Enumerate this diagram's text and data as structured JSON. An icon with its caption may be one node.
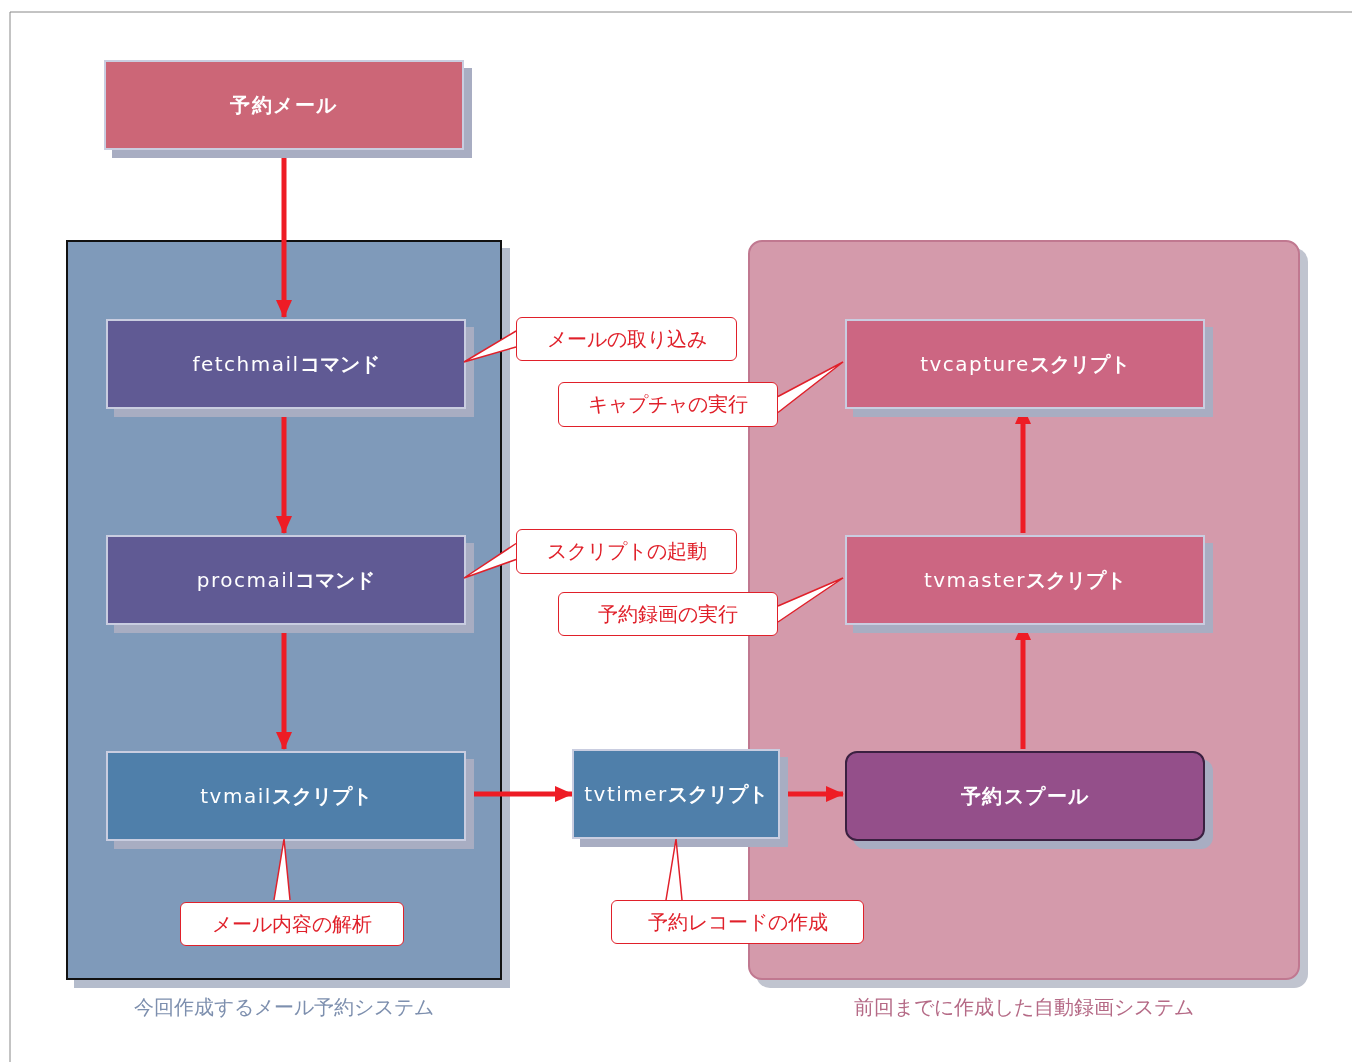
{
  "diagram": {
    "nodes": [
      {
        "text": [
          "予約メール"
        ]
      },
      {
        "text": [
          "今回作成するメール予約システム"
        ]
      },
      {
        "text": [
          "fetchmail**コマンド**"
        ],
        "in": 1
      },
      {
        "text": [
          "procmail**コマンド**"
        ],
        "in": 1
      },
      {
        "text": [
          "tvmail**スクリプト**"
        ],
        "in": 1
      },
      {
        "text": [
          "メール内容の解析"
        ],
        "in": 1
      },
      {
        "text": [
          "メールの取り込み"
        ]
      },
      {
        "text": [
          "スクリプトの起動"
        ]
      },
      {
        "text": [
          "tvtimer**スクリプト**"
        ]
      },
      {
        "text": [
          "予約レコードの作成"
        ]
      },
      {
        "text": [
          "前回までに作成した自動録画システム"
        ]
      },
      {
        "text": [
          "tvcapture**スクリプト**"
        ],
        "in": 10
      },
      {
        "text": [
          "tvmaster**スクリプト**"
        ],
        "in": 10
      },
      {
        "text": [
          "予約スプール"
        ],
        "in": 10
      },
      {
        "text": [
          "キャプチャの実行"
        ]
      },
      {
        "text": [
          "予約録画の実行"
        ]
      }
    ],
    "edges": [
      {
        "from": 0,
        "to": 2,
        "arrow": "to"
      },
      {
        "from": 2,
        "to": 3,
        "arrow": "to"
      },
      {
        "from": 3,
        "to": 4,
        "arrow": "to"
      },
      {
        "from": 4,
        "to": 8,
        "arrow": "to"
      },
      {
        "from": 8,
        "to": 13,
        "arrow": "to"
      },
      {
        "from": 13,
        "to": 12,
        "arrow": "to"
      },
      {
        "from": 12,
        "to": 11,
        "arrow": "to"
      },
      {
        "from": 6,
        "to": 2,
        "arrow": "to"
      },
      {
        "from": 7,
        "to": 3,
        "arrow": "to"
      },
      {
        "from": 5,
        "to": 4,
        "arrow": "to"
      },
      {
        "from": 9,
        "to": 8,
        "arrow": "to"
      },
      {
        "from": 14,
        "to": 11,
        "arrow": "to"
      },
      {
        "from": 15,
        "to": 12,
        "arrow": "to"
      }
    ]
  }
}
